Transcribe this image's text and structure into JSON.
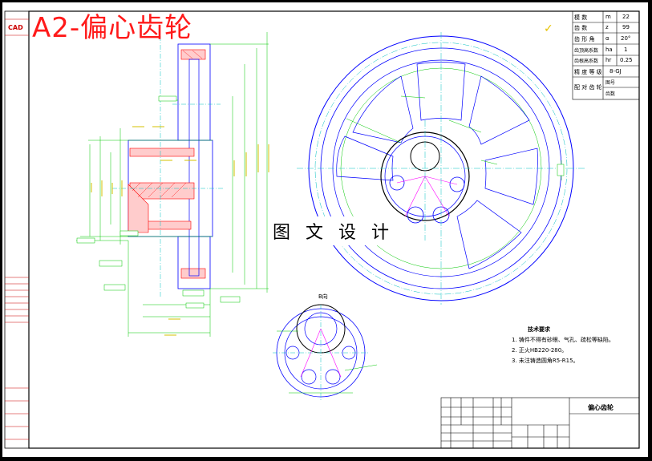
{
  "drawing": {
    "title": "A2-偏心齿轮",
    "watermark": "图 文 设 计",
    "side_label": "CAD",
    "view_b_label": "B向",
    "part_name": "偏心齿轮"
  },
  "params_table": {
    "rows": [
      {
        "label": "模 数",
        "sym": "m",
        "val": "22"
      },
      {
        "label": "齿 数",
        "sym": "z",
        "val": "99"
      },
      {
        "label": "齿 形 角",
        "sym": "α",
        "val": "20°"
      },
      {
        "label": "齿顶高系数",
        "sym": "ha",
        "val": "1"
      },
      {
        "label": "齿根高系数",
        "sym": "hr",
        "val": "0.25"
      },
      {
        "label": "精 度 等 级",
        "sym": "",
        "val": "8-GJ"
      },
      {
        "label": "配 对 齿 轮",
        "sym": "图号",
        "val": ""
      },
      {
        "label": "",
        "sym": "齿数",
        "val": ""
      }
    ]
  },
  "tech_notes": {
    "heading": "技术要求",
    "items": [
      "1. 铸件不得有砂眼、气孔、疏松等缺陷。",
      "2. 正火HB220-280。",
      "3. 未注铸造圆角R5-R15。"
    ]
  },
  "colors": {
    "outline": "#0000ff",
    "dimension": "#00c800",
    "center": "#00c0c0",
    "hatch": "#ff0000",
    "text": "#000000",
    "title": "#ff1a1a",
    "dim_text": "#d4c000"
  }
}
